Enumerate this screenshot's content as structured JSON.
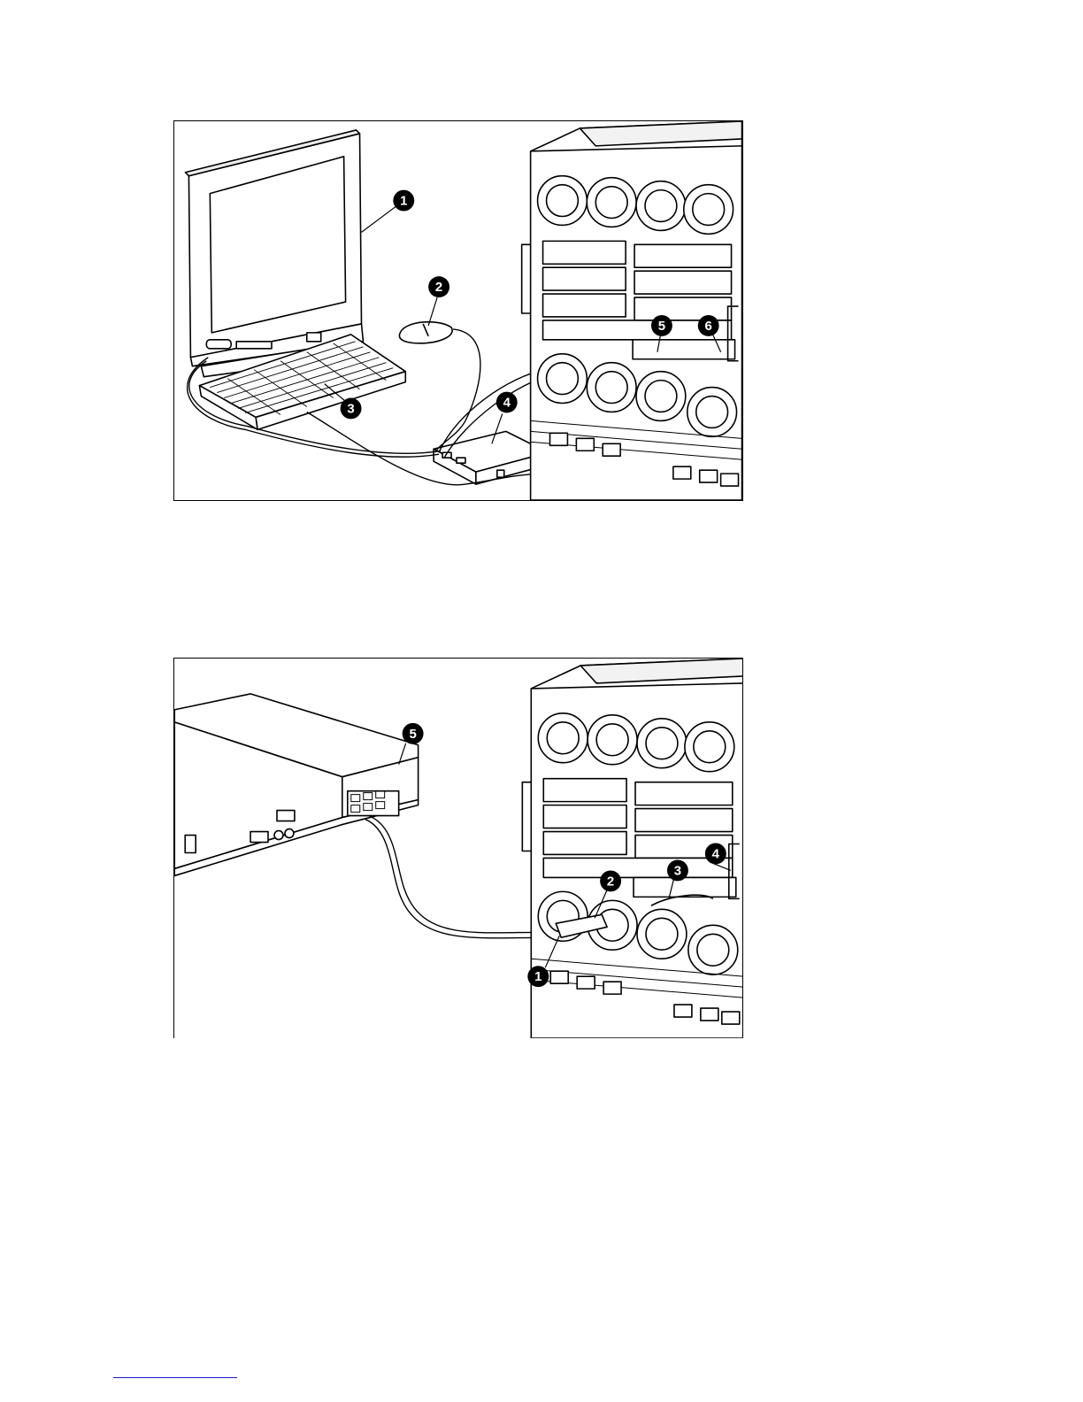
{
  "figures": [
    {
      "id": "figure-1",
      "callouts": [
        {
          "label": "1",
          "target": "monitor"
        },
        {
          "label": "2",
          "target": "mouse"
        },
        {
          "label": "3",
          "target": "keyboard"
        },
        {
          "label": "4",
          "target": "kvm-adapter-box"
        },
        {
          "label": "5",
          "target": "onboard-administrator-port"
        },
        {
          "label": "6",
          "target": "onboard-administrator-port"
        }
      ]
    },
    {
      "id": "figure-2",
      "callouts": [
        {
          "label": "1",
          "target": "cable-connector"
        },
        {
          "label": "2",
          "target": "interface-adapter"
        },
        {
          "label": "3",
          "target": "onboard-administrator-port"
        },
        {
          "label": "4",
          "target": "enclosure-module"
        },
        {
          "label": "5",
          "target": "kvm-switch"
        }
      ]
    }
  ],
  "colors": {
    "line": "#000000",
    "callout_fill": "#000000",
    "callout_text": "#ffffff",
    "footnote_rule": "#1a1ad0"
  },
  "icons": [
    "monitor-icon",
    "mouse-icon",
    "keyboard-icon",
    "kvm-box-icon",
    "fan-icon",
    "server-enclosure-icon",
    "kvm-switch-icon"
  ]
}
